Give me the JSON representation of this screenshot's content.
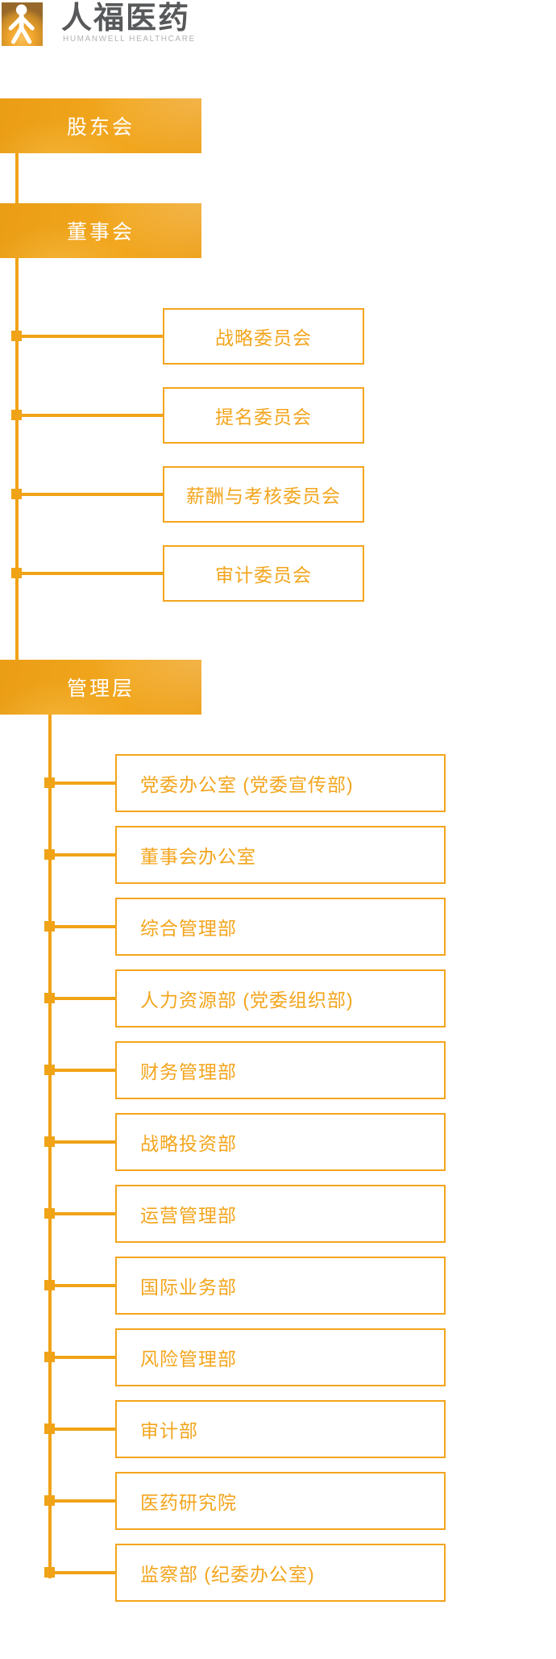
{
  "logo": {
    "company_zh": "人福医药",
    "company_en": "HUMANWELL HEALTHCARE",
    "mark": "person-icon"
  },
  "palette": {
    "accent": "#F0A316",
    "accent_gradient_dark": "#EA9D15",
    "accent_gradient_light": "#F6B53C",
    "filled_box_text": "#FFFFFF",
    "outline_box_text": "#F3A51D",
    "logo_text": "#57585A",
    "logo_subtext": "#B3B3B3"
  },
  "org_chart": {
    "governance": [
      {
        "label": "股东会"
      },
      {
        "label": "董事会"
      },
      {
        "label": "管理层"
      }
    ],
    "board_committees": [
      "战略委员会",
      "提名委员会",
      "薪酬与考核委员会",
      "审计委员会"
    ],
    "departments": [
      "党委办公室 (党委宣传部)",
      "董事会办公室",
      "综合管理部",
      "人力资源部 (党委组织部)",
      "财务管理部",
      "战略投资部",
      "运营管理部",
      "国际业务部",
      "风险管理部",
      "审计部",
      "医药研究院",
      "监察部 (纪委办公室)"
    ]
  }
}
